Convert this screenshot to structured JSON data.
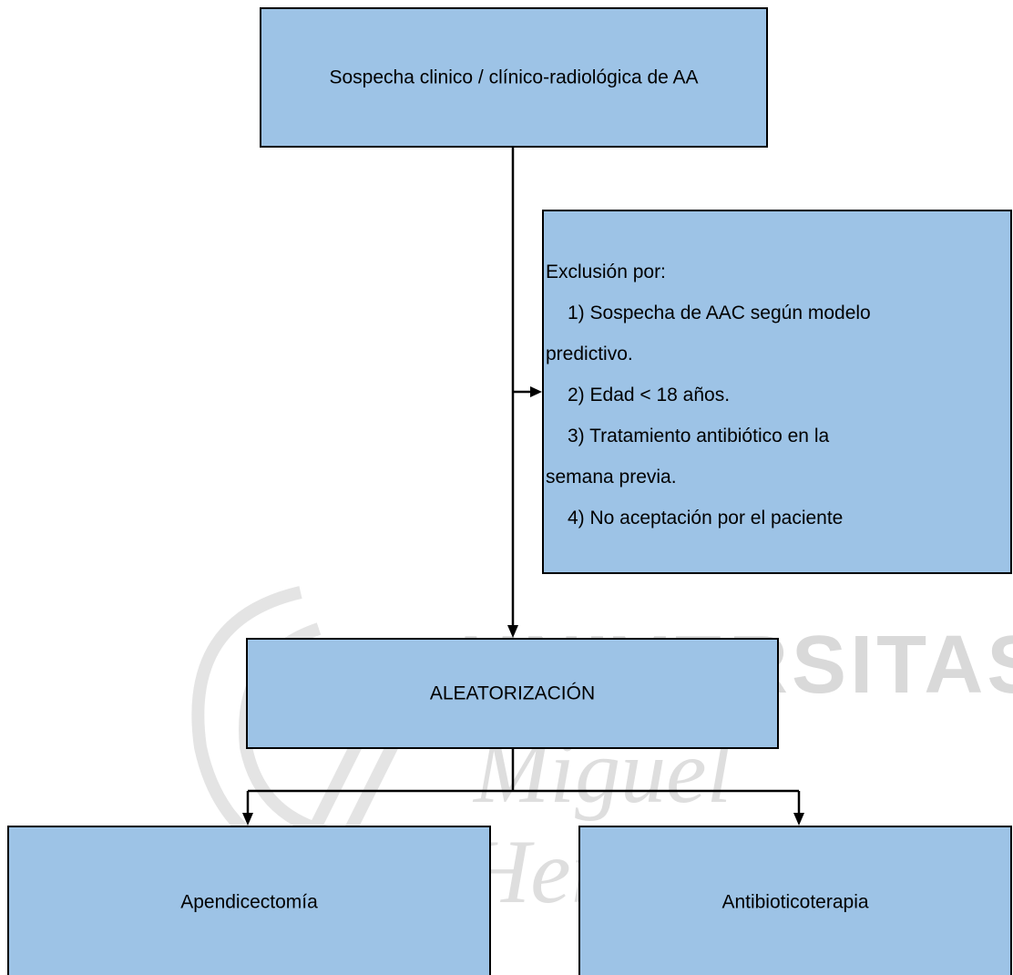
{
  "nodes": {
    "start": "Sospecha clinico / clínico-radiológica de AA",
    "exclusion": {
      "title": "Exclusión por:",
      "lines": [
        "1) Sospecha de AAC según modelo",
        "predictivo.",
        "2) Edad < 18 años.",
        "3) Tratamiento antibiótico en la",
        "semana previa.",
        "4) No aceptación por el paciente"
      ]
    },
    "randomization": "ALEATORIZACIÓN",
    "surgery": "Apendicectomía",
    "antibiotics": "Antibioticoterapia"
  },
  "watermark": {
    "line1": "UNIVERSITAS",
    "line2": "Miguel",
    "line3": "Hernández"
  },
  "colors": {
    "box_fill": "#9dc3e6",
    "box_border": "#000000",
    "watermark": "#d9d9d9"
  }
}
